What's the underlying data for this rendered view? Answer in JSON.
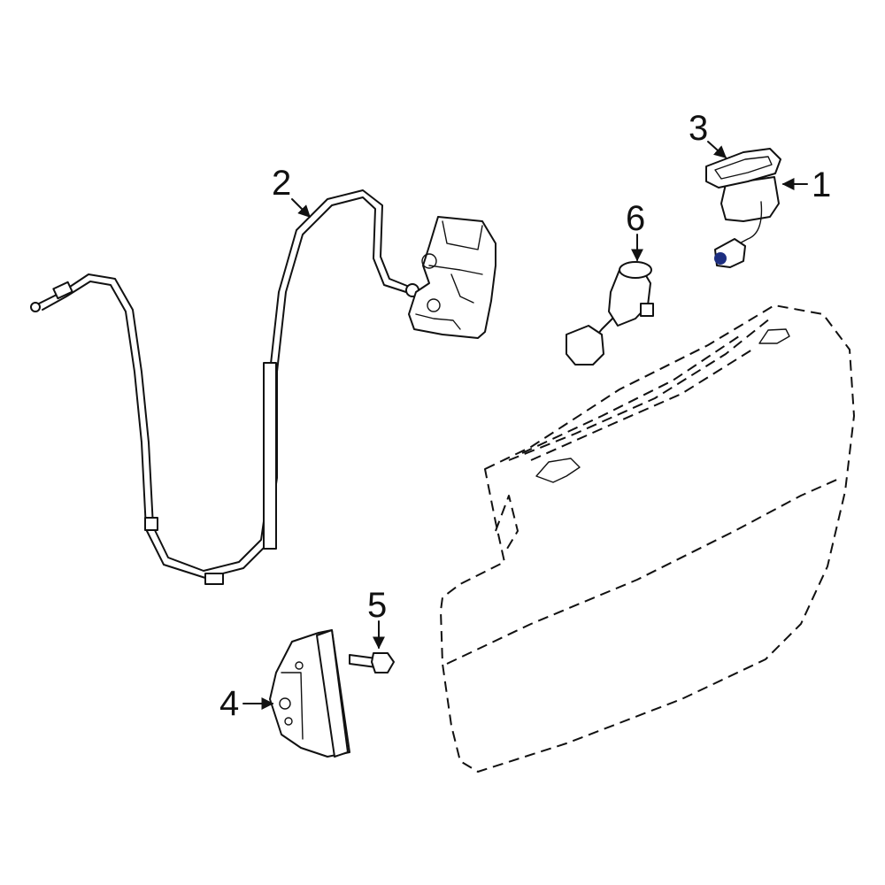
{
  "diagram": {
    "callouts": [
      {
        "id": "1",
        "label": "1"
      },
      {
        "id": "2",
        "label": "2"
      },
      {
        "id": "3",
        "label": "3"
      },
      {
        "id": "4",
        "label": "4"
      },
      {
        "id": "5",
        "label": "5"
      },
      {
        "id": "6",
        "label": "6"
      }
    ],
    "highlight_color": "#2e4ec4",
    "line_color": "#111111"
  }
}
